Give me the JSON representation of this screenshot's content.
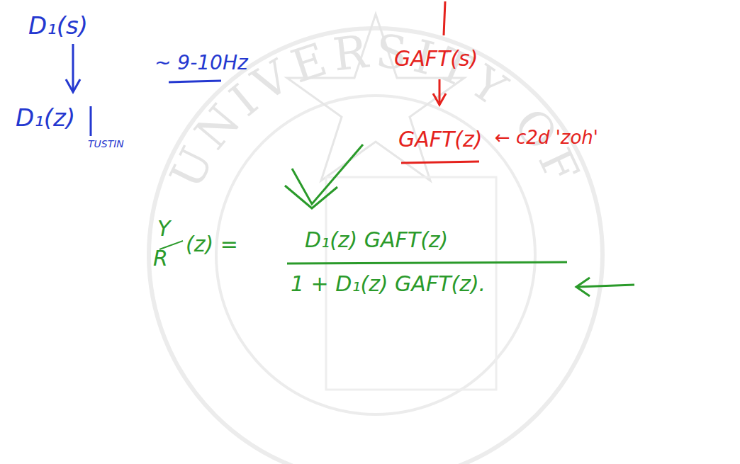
{
  "diagram": {
    "labels": [
      "D₁(s)",
      "~ 9-10Hz",
      "D₁(z)",
      "TUSTIN",
      "GAFT(s)",
      "GAFT(z)",
      "← c2d 'zoh'",
      "Y",
      "R",
      "(z) =",
      "D₁(z) GAFT(z)",
      "1 + D₁(z) GAFT(z).",
      "UNIVERSITY OF"
    ]
  }
}
